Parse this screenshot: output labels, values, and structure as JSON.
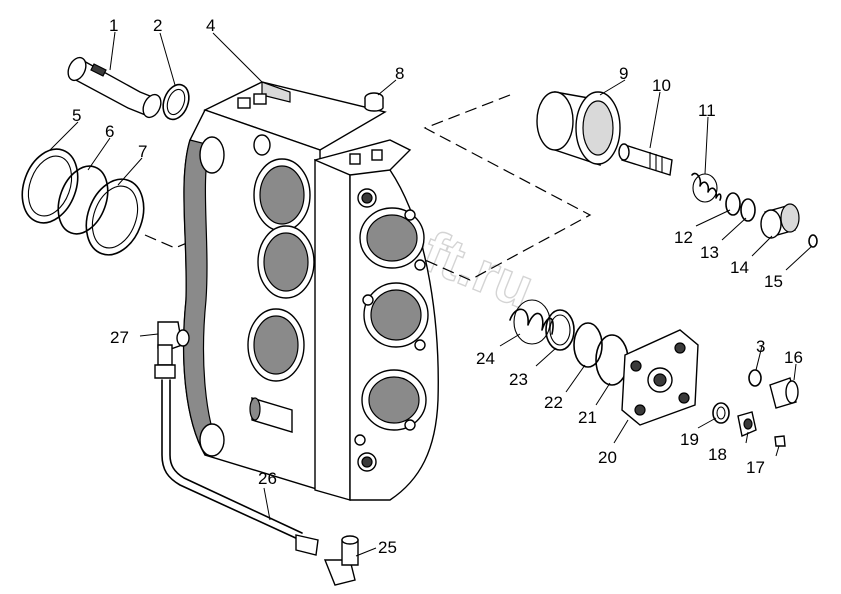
{
  "watermark": "AutoSoft.ru",
  "callouts": [
    {
      "id": "c1",
      "label": "1"
    },
    {
      "id": "c2",
      "label": "2"
    },
    {
      "id": "c3",
      "label": "3"
    },
    {
      "id": "c4",
      "label": "4"
    },
    {
      "id": "c5",
      "label": "5"
    },
    {
      "id": "c6",
      "label": "6"
    },
    {
      "id": "c7",
      "label": "7"
    },
    {
      "id": "c8",
      "label": "8"
    },
    {
      "id": "c9",
      "label": "9"
    },
    {
      "id": "c10",
      "label": "10"
    },
    {
      "id": "c11",
      "label": "11"
    },
    {
      "id": "c12",
      "label": "12"
    },
    {
      "id": "c13",
      "label": "13"
    },
    {
      "id": "c14",
      "label": "14"
    },
    {
      "id": "c15",
      "label": "15"
    },
    {
      "id": "c16",
      "label": "16"
    },
    {
      "id": "c17",
      "label": "17"
    },
    {
      "id": "c18",
      "label": "18"
    },
    {
      "id": "c19",
      "label": "19"
    },
    {
      "id": "c20",
      "label": "20"
    },
    {
      "id": "c21",
      "label": "21"
    },
    {
      "id": "c22",
      "label": "22"
    },
    {
      "id": "c23",
      "label": "23"
    },
    {
      "id": "c24",
      "label": "24"
    },
    {
      "id": "c25",
      "label": "25"
    },
    {
      "id": "c26",
      "label": "26"
    },
    {
      "id": "c27",
      "label": "27"
    }
  ]
}
